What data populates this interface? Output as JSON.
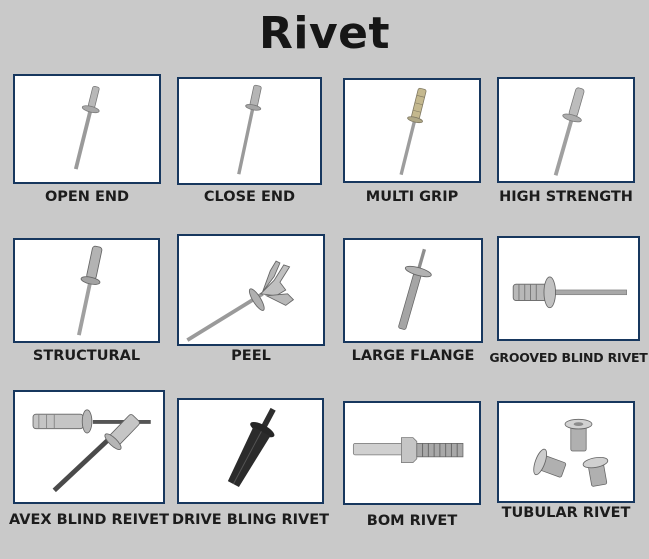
{
  "title": "Rivet",
  "items": [
    {
      "label": "OPEN END",
      "icon": "open-end-rivet-icon"
    },
    {
      "label": "CLOSE END",
      "icon": "close-end-rivet-icon"
    },
    {
      "label": "MULTI GRIP",
      "icon": "multi-grip-rivet-icon"
    },
    {
      "label": "HIGH STRENGTH",
      "icon": "high-strength-rivet-icon"
    },
    {
      "label": "STRUCTURAL",
      "icon": "structural-rivet-icon"
    },
    {
      "label": "PEEL",
      "icon": "peel-rivet-icon"
    },
    {
      "label": "LARGE FLANGE",
      "icon": "large-flange-rivet-icon"
    },
    {
      "label": "GROOVED BLIND RIVET",
      "icon": "grooved-blind-rivet-icon"
    },
    {
      "label": "AVEX BLIND REIVET",
      "icon": "avex-blind-rivet-icon"
    },
    {
      "label": "DRIVE BLING RIVET",
      "icon": "drive-rivet-icon"
    },
    {
      "label": "BOM RIVET",
      "icon": "bom-rivet-icon"
    },
    {
      "label": "TUBULAR RIVET",
      "icon": "tubular-rivet-icon"
    }
  ]
}
